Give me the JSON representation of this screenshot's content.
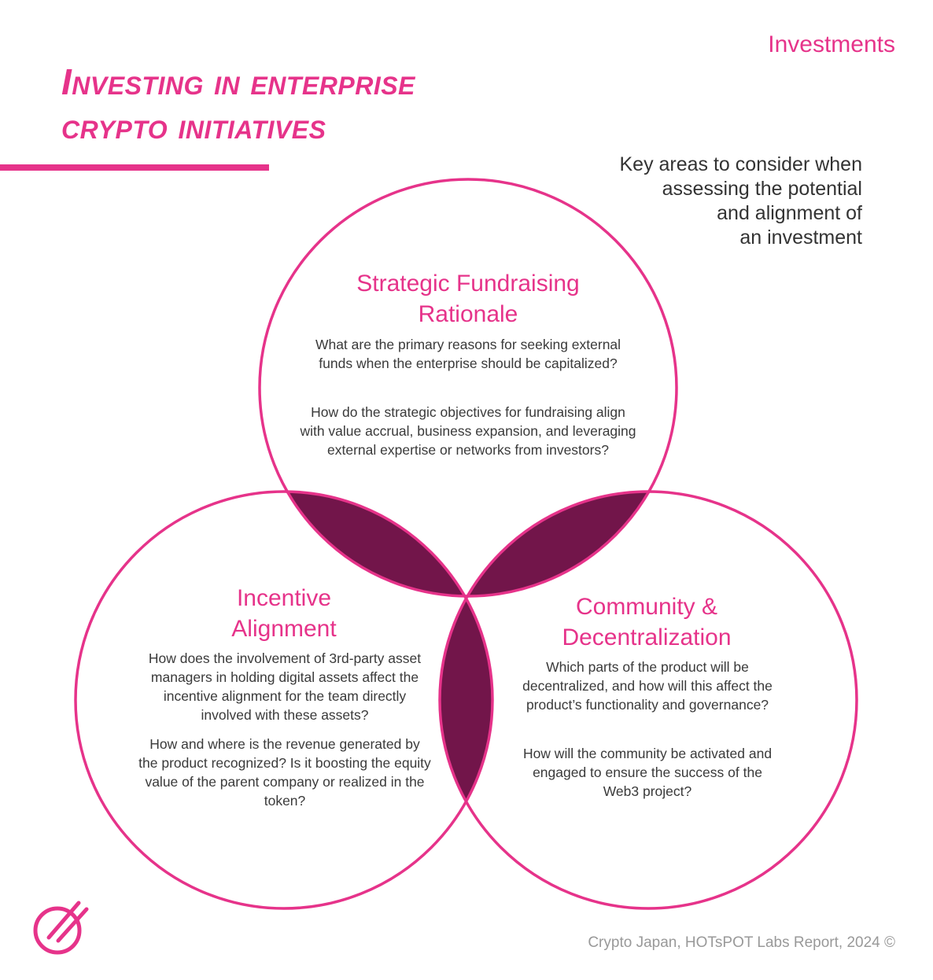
{
  "header": {
    "category": "Investments",
    "title_line1": "Investing in enterprise",
    "title_line2": "crypto initiatives",
    "subtitle_lines": [
      "Key areas to consider when",
      "assessing the potential",
      "and alignment of",
      "an investment"
    ]
  },
  "colors": {
    "accent": "#e6338a",
    "overlap": "#72154a",
    "text": "#3a3a3a",
    "footer": "#999999"
  },
  "circles": {
    "top": {
      "title_lines": [
        "Strategic Fundraising",
        "Rationale"
      ],
      "questions": [
        "What are the primary reasons for seeking external funds when the enterprise should be capitalized?",
        "How do the strategic objectives for fundraising align with value accrual, business expansion, and leveraging external expertise or networks from investors?"
      ]
    },
    "left": {
      "title_lines": [
        "Incentive",
        "Alignment"
      ],
      "questions": [
        "How does the involvement of 3rd-party asset managers in holding digital assets affect the incentive alignment for the team directly involved with these assets?",
        "How and where is the revenue generated by the product recognized? Is it boosting the equity value of the parent company or realized in the token?"
      ]
    },
    "right": {
      "title_lines": [
        "Community &",
        "Decentralization"
      ],
      "questions": [
        "Which parts of the product will be decentralized, and how will this affect the product’s functionality and governance?",
        "How will the community be activated and engaged to ensure the success of the Web3 project?"
      ]
    }
  },
  "footer": {
    "source": "Crypto Japan, HOTsPOT Labs Report, 2024 ©"
  },
  "logo": {
    "icon": "hotspot-logo-icon"
  }
}
